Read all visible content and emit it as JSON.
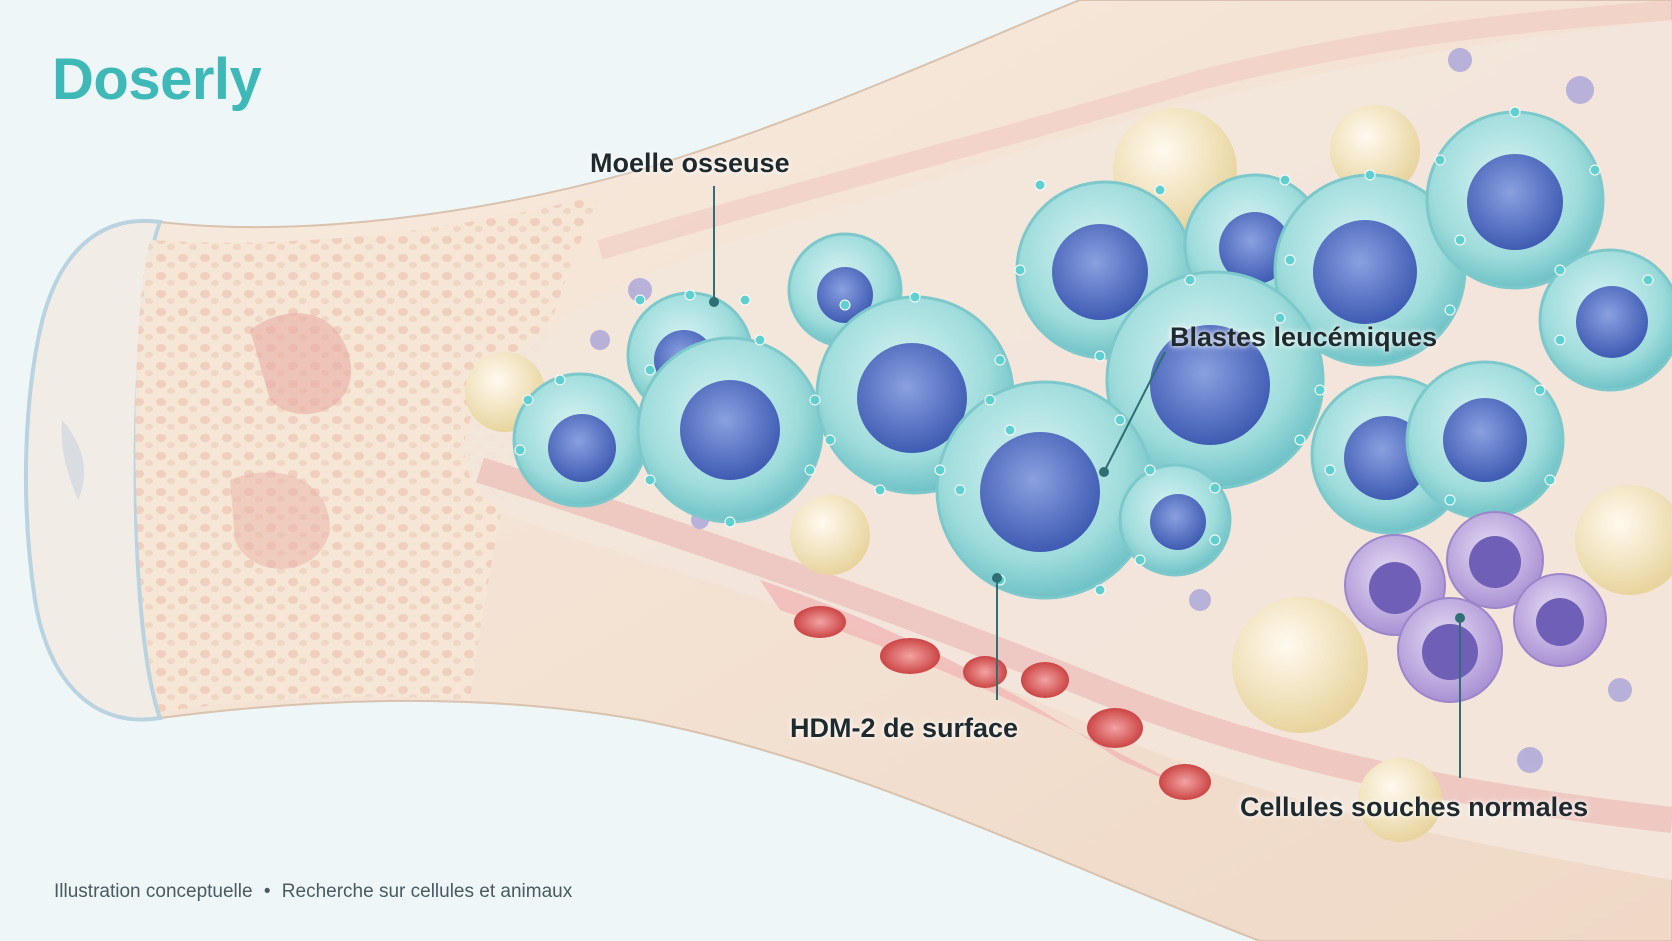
{
  "brand": {
    "name": "Doserly",
    "color": "#3fb8b8"
  },
  "labels": {
    "marrow": "Moelle osseuse",
    "blasts": "Blastes leucémiques",
    "hdm2": "HDM-2 de surface",
    "stem": "Cellules souches normales"
  },
  "footer": {
    "left": "Illustration conceptuelle",
    "separator": "•",
    "right": "Recherche sur cellules et animaux"
  },
  "colors": {
    "background": "#eef6f8",
    "bone": "#f3e2cf",
    "blast_cell": "#9fdcdc",
    "blast_nucleus": "#4f6fc4",
    "stem_cell": "#b9a6dc",
    "red_cell": "#d95454",
    "fat_cell": "#f1e2b6",
    "leader_line": "#2e6f73"
  }
}
